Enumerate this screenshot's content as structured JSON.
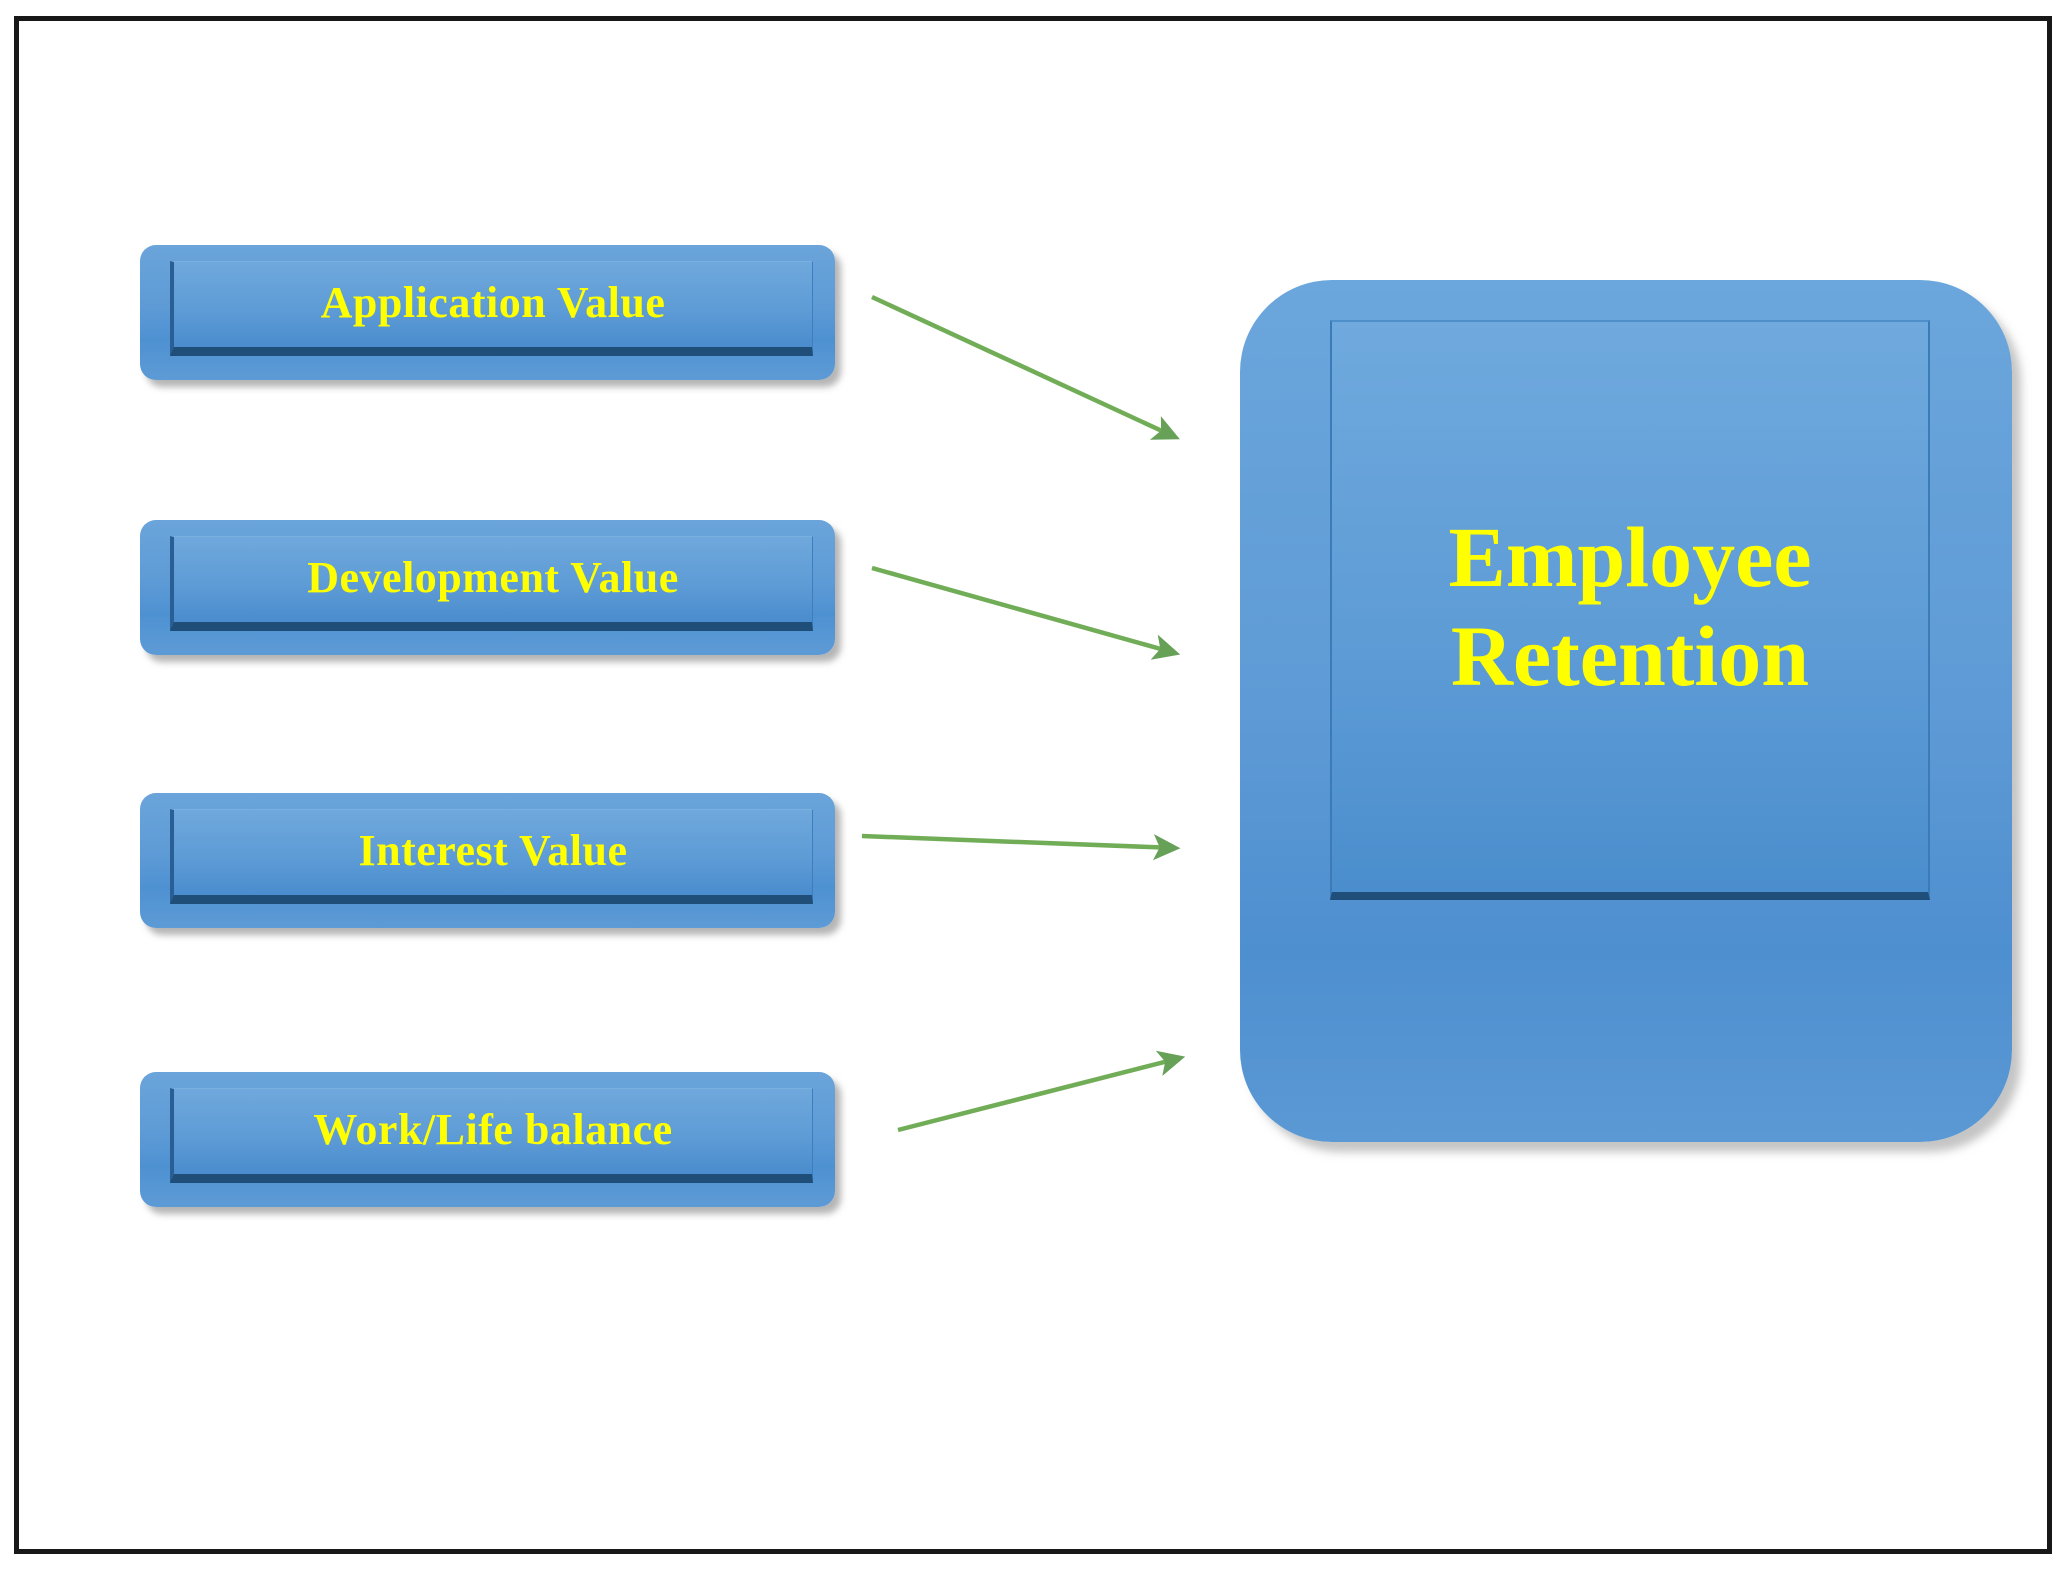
{
  "diagram": {
    "title": "Employee Retention drivers diagram",
    "background_color": "#ffffff",
    "frame_color": "#181818",
    "box_fill_color": "#5b9bd5",
    "box_text_color": "#ffff00",
    "arrow_color": "#6aa84f"
  },
  "factors": [
    {
      "id": "application-value",
      "label": "Application Value"
    },
    {
      "id": "development-value",
      "label": "Development Value"
    },
    {
      "id": "interest-value",
      "label": "Interest Value"
    },
    {
      "id": "work-life-balance",
      "label": "Work/Life balance"
    }
  ],
  "outcome": {
    "id": "employee-retention",
    "line1": "Employee",
    "line2": "Retention"
  },
  "connectors": [
    {
      "id": "arrow-application-to-retention",
      "from": "application-value",
      "to": "employee-retention",
      "direction": "down-right"
    },
    {
      "id": "arrow-development-to-retention",
      "from": "development-value",
      "to": "employee-retention",
      "direction": "down-right"
    },
    {
      "id": "arrow-interest-to-retention",
      "from": "interest-value",
      "to": "employee-retention",
      "direction": "right"
    },
    {
      "id": "arrow-worklife-to-retention",
      "from": "work-life-balance",
      "to": "employee-retention",
      "direction": "up-right"
    }
  ]
}
